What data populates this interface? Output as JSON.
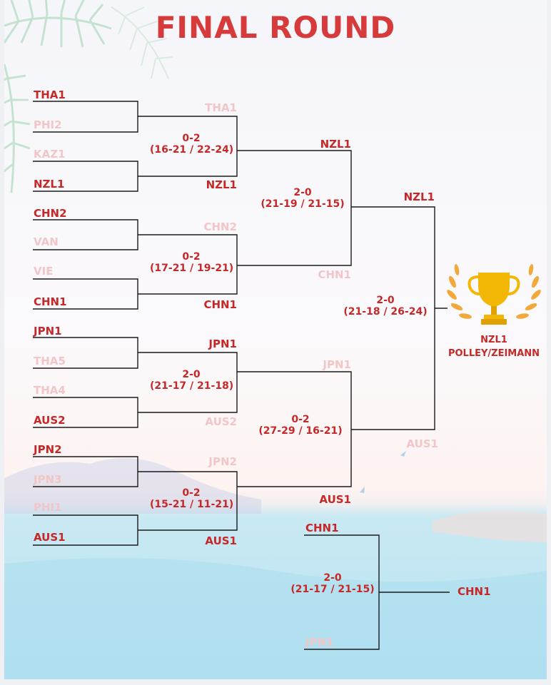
{
  "title": "FINAL ROUND",
  "round1": {
    "teams": [
      "THA1",
      "PHI2",
      "KAZ1",
      "NZL1",
      "CHN2",
      "VAN",
      "VIE",
      "CHN1",
      "JPN1",
      "THA5",
      "THA4",
      "AUS2",
      "JPN2",
      "JPN3",
      "PHI1",
      "AUS1"
    ],
    "winners": [
      true,
      false,
      false,
      true,
      true,
      false,
      false,
      true,
      true,
      false,
      false,
      true,
      true,
      false,
      false,
      true
    ]
  },
  "quarterfinals": [
    {
      "top": "THA1",
      "bottom": "NZL1",
      "top_won": false,
      "result": "0-2",
      "sets": "(16-21 / 22-24)"
    },
    {
      "top": "CHN2",
      "bottom": "CHN1",
      "top_won": false,
      "result": "0-2",
      "sets": "(17-21 / 19-21)"
    },
    {
      "top": "JPN1",
      "bottom": "AUS2",
      "top_won": true,
      "result": "2-0",
      "sets": "(21-17 / 21-18)"
    },
    {
      "top": "JPN2",
      "bottom": "AUS1",
      "top_won": false,
      "result": "0-2",
      "sets": "(15-21 / 11-21)"
    }
  ],
  "semifinals": [
    {
      "top": "NZL1",
      "bottom": "CHN1",
      "top_won": true,
      "result": "2-0",
      "sets": "(21-19 / 21-15)"
    },
    {
      "top": "JPN1",
      "bottom": "AUS1",
      "top_won": false,
      "result": "0-2",
      "sets": "(27-29 / 16-21)"
    }
  ],
  "final": {
    "top": "NZL1",
    "bottom": "AUS1",
    "top_won": true,
    "result": "2-0",
    "sets": "(21-18 / 26-24)"
  },
  "champion": {
    "team": "NZL1",
    "players": "POLLEY/ZEIMANN",
    "icon": "trophy-icon"
  },
  "third_place": {
    "top": "CHN1",
    "bottom": "JPN1",
    "top_won": true,
    "result": "2-0",
    "sets": "(21-17 / 21-15)",
    "winner": "CHN1"
  },
  "colors": {
    "winner": "#c62828",
    "loser": "#f2c6c9",
    "title": "#d63a3a",
    "line": "#1a1a1a",
    "trophy": "#f2b705"
  }
}
